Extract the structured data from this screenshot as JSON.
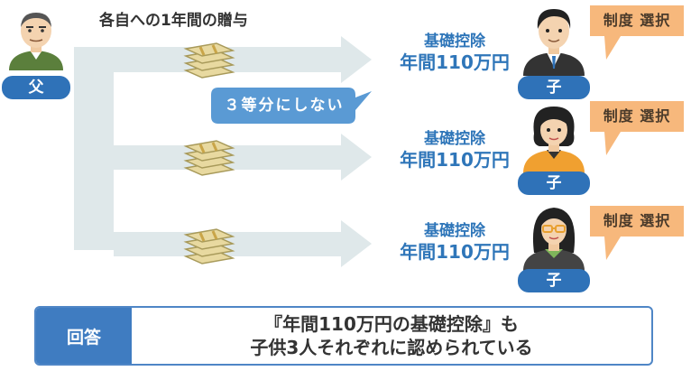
{
  "header_note": "各自への1年間の贈与",
  "father": {
    "label": "父"
  },
  "callout": "３等分にしない",
  "children": [
    {
      "label": "子",
      "deduction_line1": "基礎控除",
      "deduction_line2": "年間110万円",
      "badge": "制度 選択"
    },
    {
      "label": "子",
      "deduction_line1": "基礎控除",
      "deduction_line2": "年間110万円",
      "badge": "制度 選択"
    },
    {
      "label": "子",
      "deduction_line1": "基礎控除",
      "deduction_line2": "年間110万円",
      "badge": "制度 選択"
    }
  ],
  "answer": {
    "label": "回答",
    "line1": "『年間110万円の基礎控除』も",
    "line2": "子供3人それぞれに認められている"
  },
  "colors": {
    "flow": "#dfe8ea",
    "deduction_text": "#2f76b9",
    "callout_bg": "#5a9ad4",
    "badge_bg": "#f7b87c",
    "pill_bg": "#2f72b8",
    "answer_label_bg": "#3f7cc1"
  }
}
